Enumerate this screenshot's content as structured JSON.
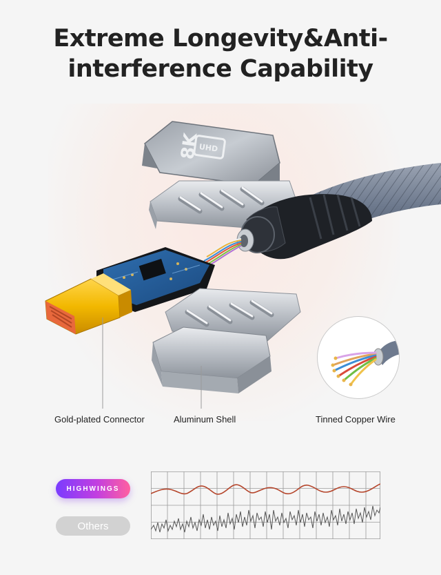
{
  "headline": {
    "line1": "Extreme Longevity&Anti-",
    "line2": "interference Capability"
  },
  "connector_badge": "8K UHD",
  "labels": {
    "gold_connector": "Gold-plated Connector",
    "aluminum_shell": "Aluminum Shell",
    "copper_wire": "Tinned Copper Wire"
  },
  "comparison": {
    "brand_label": "HIGHWINGS",
    "others_label": "Others"
  },
  "colors": {
    "brand_gradient_start": "#7a3cff",
    "brand_gradient_end": "#ff5fa0",
    "brand_signal": "#b5452b",
    "others_signal": "#555555",
    "gold": "#f2b800",
    "cable_braid": "#6e7a8e"
  }
}
